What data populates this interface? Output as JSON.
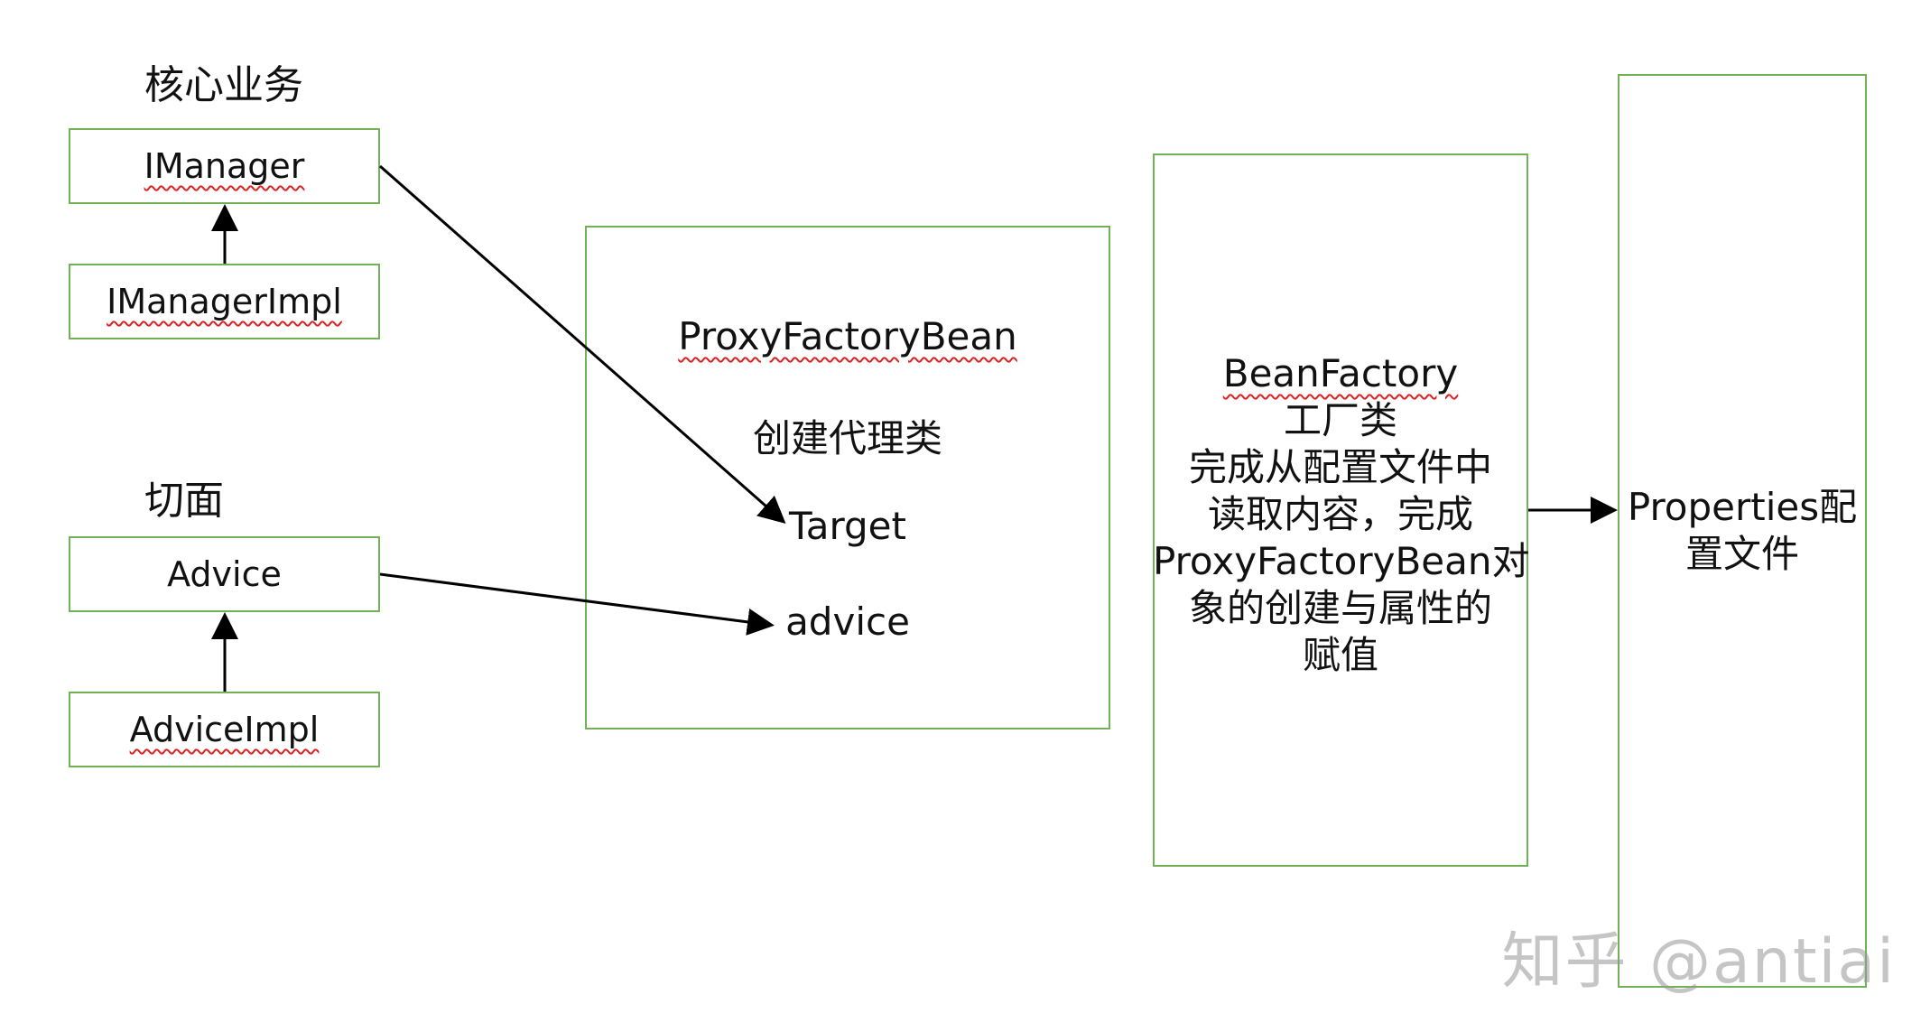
{
  "core": {
    "heading": "核心业务",
    "interface": "IManager",
    "impl": "IManagerImpl"
  },
  "aspect": {
    "heading": "切面",
    "interface": "Advice",
    "impl": "AdviceImpl"
  },
  "proxy": {
    "title": "ProxyFactoryBean",
    "subtitle": "创建代理类",
    "target": "Target",
    "advice": "advice"
  },
  "factory": {
    "lines": [
      "BeanFactory",
      "工厂类",
      "完成从配置文件中",
      "读取内容，完成",
      "ProxyFactoryBean对",
      "象的创建与属性的",
      "赋值"
    ]
  },
  "properties": {
    "lines": [
      "Properties配",
      "置文件"
    ]
  },
  "watermark": "知乎 @antiai",
  "colors": {
    "box_border": "#72b256",
    "arrow": "#000000",
    "spellcheck": "#dd2222"
  }
}
